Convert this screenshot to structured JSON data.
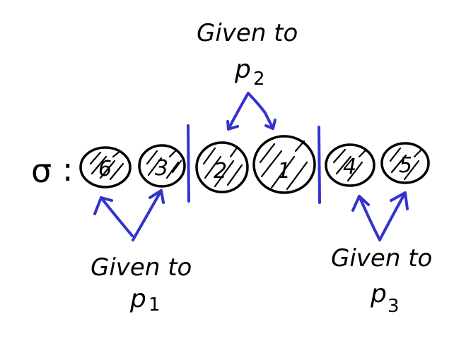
{
  "diagram": {
    "permutation_symbol": "σ",
    "separator": ":",
    "balls": [
      {
        "label": "6",
        "group": 1
      },
      {
        "label": "3",
        "group": 1
      },
      {
        "label": "2",
        "group": 2
      },
      {
        "label": "1",
        "group": 2
      },
      {
        "label": "4",
        "group": 3
      },
      {
        "label": "5",
        "group": 3
      }
    ],
    "groups": [
      {
        "id": 1,
        "caption": "Given to",
        "recipient": "p",
        "subscript": "1",
        "position": "below"
      },
      {
        "id": 2,
        "caption": "Given to",
        "recipient": "p",
        "subscript": "2",
        "position": "above"
      },
      {
        "id": 3,
        "caption": "Given to",
        "recipient": "p",
        "subscript": "3",
        "position": "below"
      }
    ],
    "colors": {
      "ink": "#000000",
      "arrows_and_dividers": "#3333cc",
      "background": "#ffffff"
    }
  }
}
